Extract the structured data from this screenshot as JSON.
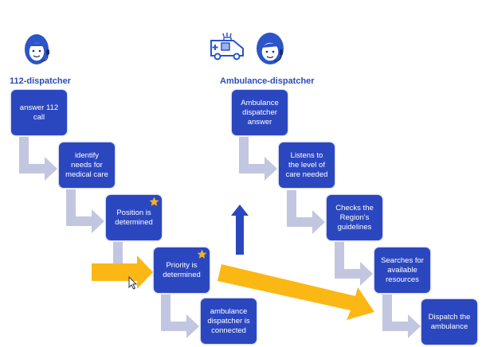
{
  "roles": {
    "left": "112-dispatcher",
    "right": "Ambulance-dispatcher"
  },
  "steps_112": [
    {
      "label": "answer 112\ncall",
      "star": false
    },
    {
      "label": "identify\nneeds for\nmedical care",
      "star": false
    },
    {
      "label": "Position is\ndetermined",
      "star": true
    },
    {
      "label": "Priority is\ndetermined",
      "star": true
    },
    {
      "label": "ambulance\ndispatcher is\nconnected",
      "star": false
    }
  ],
  "steps_ambulance": [
    {
      "label": "Ambulance\ndispatcher\nanswer",
      "star": false
    },
    {
      "label": "Listens to\nthe level of\ncare needed",
      "star": false
    },
    {
      "label": "Checks the\nRegion's\nguidelines",
      "star": false
    },
    {
      "label": "Searches for\navailable\nresources",
      "star": false
    },
    {
      "label": "Dispatch the\nambulance",
      "star": false
    }
  ],
  "colors": {
    "box": "#2b47c0",
    "connector": "#c3c6e0",
    "highlight_arrow": "#fbb714",
    "up_arrow": "#2b47c0",
    "star": "#f5b21a",
    "role_text": "#2c4db8"
  },
  "icons": {
    "left_person": "headset-operator-icon",
    "right_vehicle": "ambulance-icon",
    "right_person": "headset-operator-icon"
  }
}
